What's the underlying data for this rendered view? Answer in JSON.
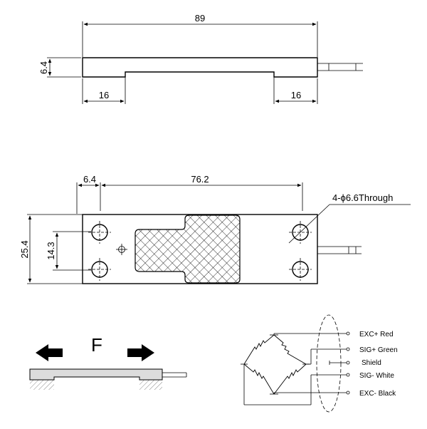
{
  "side_view": {
    "overall_length": "89",
    "thickness": "6.4",
    "left_step": "16",
    "right_step": "16"
  },
  "top_view": {
    "hole_offset": "6.4",
    "hole_spacing": "76.2",
    "hole_callout": "4-ϕ6.6Through",
    "width": "25.4",
    "hole_vertical_spacing": "14.3"
  },
  "load_diagram": {
    "force_label": "F",
    "left_arrow": "arrow-left-icon",
    "right_arrow": "arrow-right-icon"
  },
  "wiring": {
    "leads": [
      {
        "label": "EXC+ Red"
      },
      {
        "label": "SIG+ Green"
      },
      {
        "label": "Shield"
      },
      {
        "label": "SIG- White"
      },
      {
        "label": "EXC- Black"
      }
    ]
  }
}
